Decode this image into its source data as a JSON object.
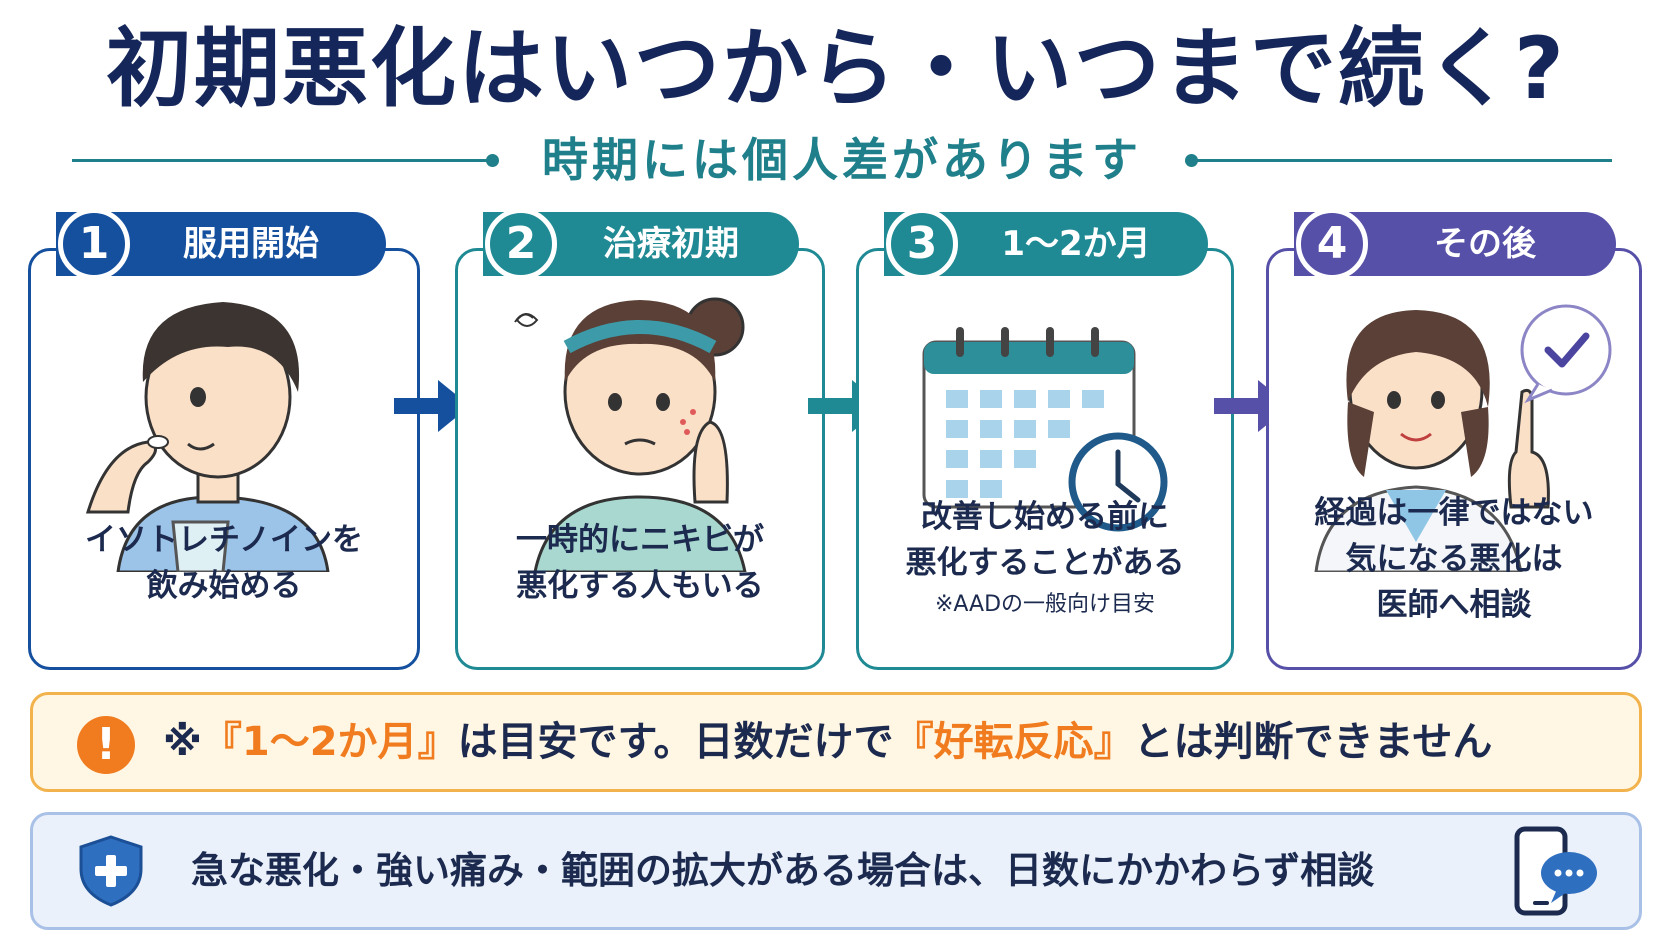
{
  "title": "初期悪化はいつから・いつまで続く?",
  "subtitle": "時期には個人差があります",
  "steps": [
    {
      "number": "1",
      "label": "服用開始",
      "caption_lines": [
        "イソトレチノインを",
        "飲み始める"
      ],
      "note": "",
      "color": "#15509f"
    },
    {
      "number": "2",
      "label": "治療初期",
      "caption_lines": [
        "一時的にニキビが",
        "悪化する人もいる"
      ],
      "note": "",
      "color": "#1f8a94"
    },
    {
      "number": "3",
      "label": "1〜2か月",
      "caption_lines": [
        "改善し始める前に",
        "悪化することがある"
      ],
      "note": "※AADの一般向け目安",
      "color": "#1f8a94"
    },
    {
      "number": "4",
      "label": "その後",
      "caption_lines": [
        "経過は一律ではない",
        "気になる悪化は",
        "医師へ相談"
      ],
      "note": "",
      "color": "#5650a8"
    }
  ],
  "warning": {
    "icon": "exclamation-icon",
    "prefix": "※",
    "open1": "『",
    "highlight1": "1〜2か月",
    "close1": "』",
    "middle": "は目安です。日数だけで",
    "open2": "『",
    "highlight2": "好転反応",
    "close2": "』",
    "suffix": "とは判断できません",
    "accent_color": "#f07c1f"
  },
  "alert": {
    "icon": "shield-plus-icon",
    "text": "急な悪化・強い痛み・範囲の拡大がある場合は、日数にかかわらず相談",
    "trailing_icon": "smartphone-chat-icon"
  }
}
